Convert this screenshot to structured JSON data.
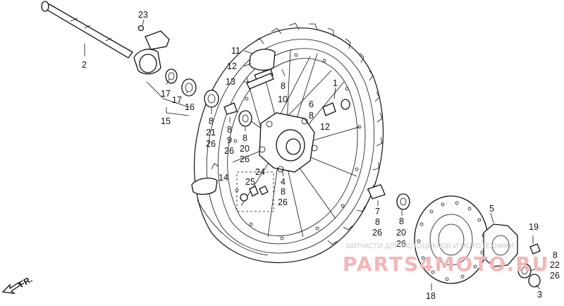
{
  "callouts": [
    {
      "id": "p23",
      "text": "23"
    },
    {
      "id": "p2",
      "text": "2"
    },
    {
      "id": "p11",
      "text": "11"
    },
    {
      "id": "p12a",
      "text": "12"
    },
    {
      "id": "p13",
      "text": "13"
    },
    {
      "id": "p8a",
      "text": "8"
    },
    {
      "id": "p10",
      "text": "10"
    },
    {
      "id": "p1",
      "text": "1"
    },
    {
      "id": "p6",
      "text": "6"
    },
    {
      "id": "p8b",
      "text": "8"
    },
    {
      "id": "p12b",
      "text": "12"
    },
    {
      "id": "p17a",
      "text": "17"
    },
    {
      "id": "p17b",
      "text": "17"
    },
    {
      "id": "p16",
      "text": "16"
    },
    {
      "id": "p15",
      "text": "15"
    },
    {
      "id": "p8c",
      "text": "8"
    },
    {
      "id": "p21",
      "text": "21"
    },
    {
      "id": "p26a",
      "text": "26"
    },
    {
      "id": "p8d",
      "text": "8"
    },
    {
      "id": "p9",
      "text": "9"
    },
    {
      "id": "p26b",
      "text": "26"
    },
    {
      "id": "p8e",
      "text": "8"
    },
    {
      "id": "p20a",
      "text": "20"
    },
    {
      "id": "p26c",
      "text": "26"
    },
    {
      "id": "p14",
      "text": "14"
    },
    {
      "id": "p24",
      "text": "24"
    },
    {
      "id": "p25",
      "text": "25"
    },
    {
      "id": "p4",
      "text": "4"
    },
    {
      "id": "p8f",
      "text": "8"
    },
    {
      "id": "p26d",
      "text": "26"
    },
    {
      "id": "p7",
      "text": "7"
    },
    {
      "id": "p8g",
      "text": "8"
    },
    {
      "id": "p26e",
      "text": "26"
    },
    {
      "id": "p8h",
      "text": "8"
    },
    {
      "id": "p20b",
      "text": "20"
    },
    {
      "id": "p26f",
      "text": "26"
    },
    {
      "id": "p5",
      "text": "5"
    },
    {
      "id": "p19",
      "text": "19"
    },
    {
      "id": "p8i",
      "text": "8"
    },
    {
      "id": "p22",
      "text": "22"
    },
    {
      "id": "p26g",
      "text": "26"
    },
    {
      "id": "p3",
      "text": "3"
    },
    {
      "id": "p18",
      "text": "18"
    }
  ],
  "direction_label": "FR.",
  "watermark": {
    "line": "ЗАПЧАСТИ ДЛЯ МОТОЦИКЛОВ И МОТОТЕХНИКИ",
    "brand": "PARTS4MOTO.RU"
  },
  "colors": {
    "line": "#111111",
    "watermark_brand": "#f3b6b6",
    "watermark_line": "#c9c9c9"
  }
}
